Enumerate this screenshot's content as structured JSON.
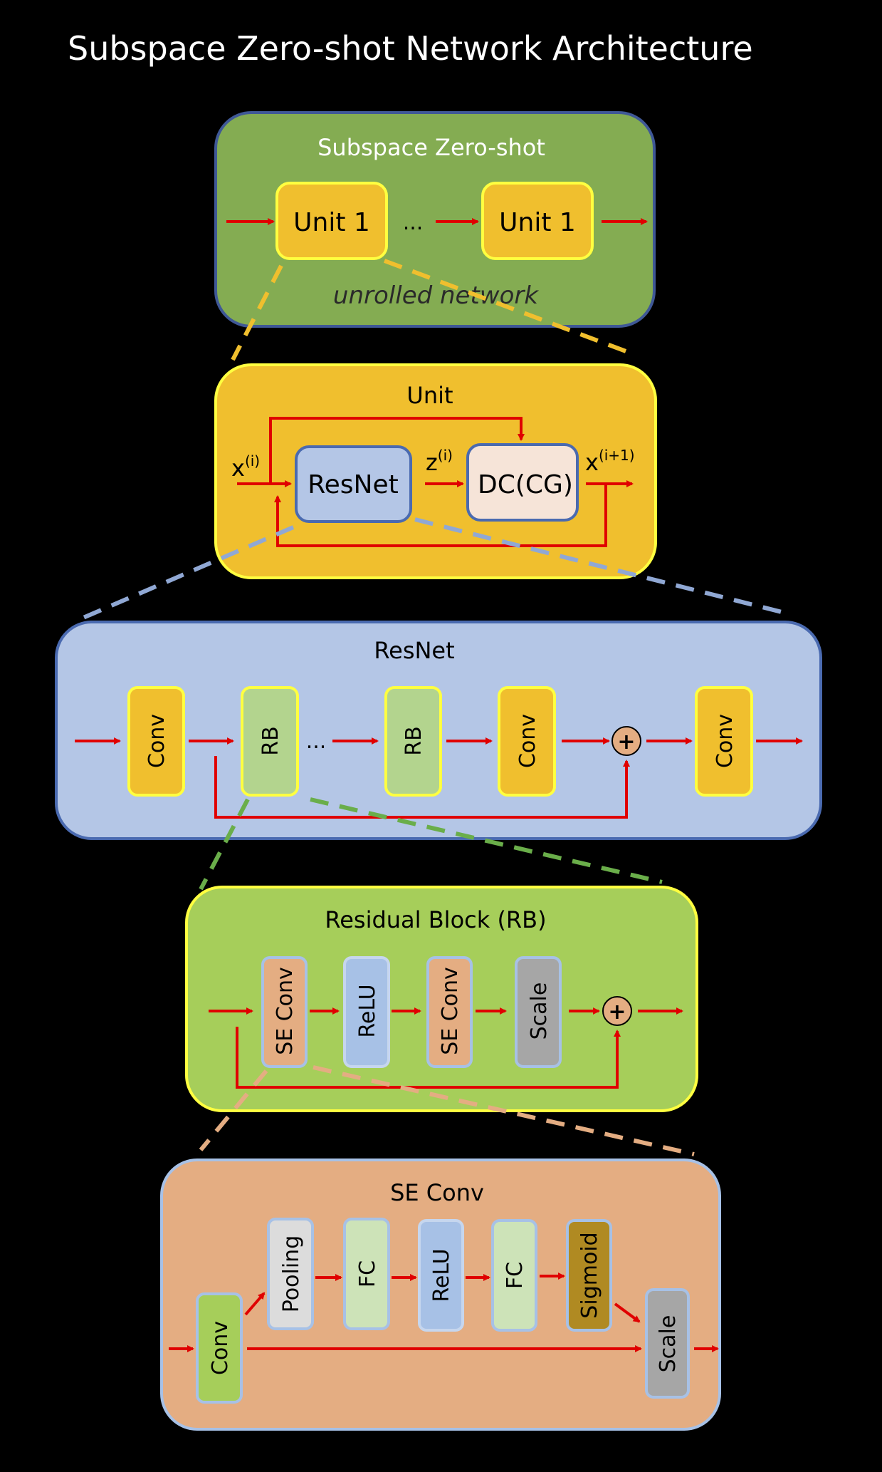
{
  "title": "Subspace Zero-shot Network Architecture",
  "colors": {
    "background": "#000000",
    "arrow": "#e00000",
    "top_panel": "#84ac52",
    "unit_panel": "#f0bf2e",
    "resnet_panel": "#b4c6e6",
    "rb_panel": "#a6ce5a",
    "seconv_panel": "#e4ad82",
    "unit_block": "#f0bf2e",
    "rb_block": "#b3d48e",
    "resnet_block": "#b4c6e6",
    "dc_block": "#f6e4d8",
    "seconv_block": "#e4ad82",
    "relu_block": "#a7c1e6",
    "scale_block": "#a6a6a6",
    "pooling_block": "#dcdcdc",
    "fc_block": "#cde3b8",
    "sigmoid_block": "#b08a22",
    "conv_green_block": "#a6ce5a",
    "yellow_dash": "#f0bf2e",
    "blue_dash": "#90a8d4",
    "green_dash": "#6aae4a",
    "orange_dash": "#e4ad82"
  },
  "panels": {
    "top": {
      "title": "Subspace Zero-shot",
      "subtitle": "unrolled network",
      "blocks": [
        "Unit 1",
        "Unit 1"
      ],
      "ellipsis": "..."
    },
    "unit": {
      "title": "Unit",
      "blocks": [
        "ResNet",
        "DC(CG)"
      ],
      "labels": {
        "x_in": "x",
        "x_in_sup": "(i)",
        "z": "z",
        "z_sup": "(i)",
        "x_out": "x",
        "x_out_sup": "(i+1)"
      }
    },
    "resnet": {
      "title": "ResNet",
      "blocks": [
        "Conv",
        "RB",
        "RB",
        "Conv",
        "Conv"
      ],
      "ellipsis": "...",
      "sum_symbol": "+"
    },
    "rb": {
      "title": "Residual Block (RB)",
      "blocks": [
        "SE Conv",
        "ReLU",
        "SE Conv",
        "Scale"
      ],
      "sum_symbol": "+"
    },
    "seconv": {
      "title": "SE Conv",
      "blocks": [
        "Conv",
        "Pooling",
        "FC",
        "ReLU",
        "FC",
        "Sigmoid",
        "Scale"
      ]
    }
  }
}
